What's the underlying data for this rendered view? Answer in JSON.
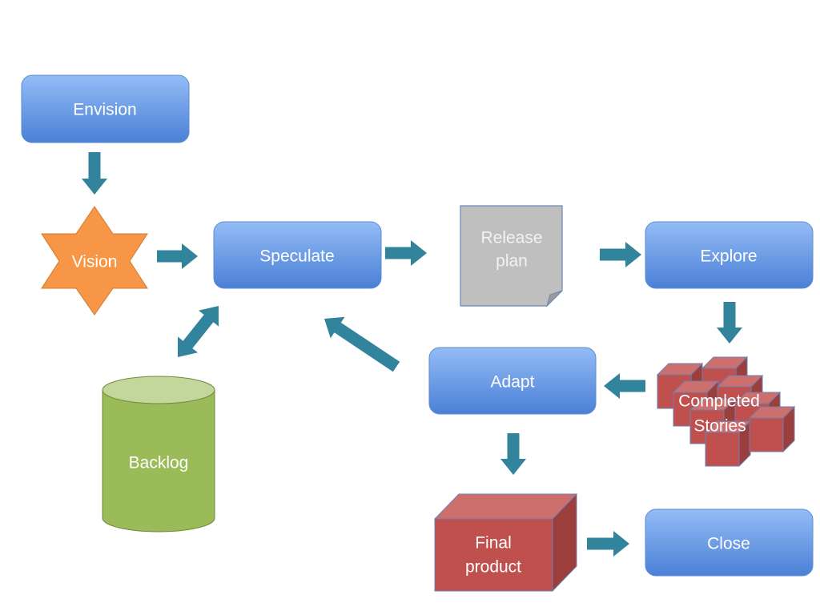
{
  "nodes": {
    "envision": "Envision",
    "vision": "Vision",
    "speculate": "Speculate",
    "release_plan": [
      "Release",
      "plan"
    ],
    "explore": "Explore",
    "completed_stories": [
      "Completed",
      "Stories"
    ],
    "adapt": "Adapt",
    "backlog": "Backlog",
    "final_product": [
      "Final",
      "product"
    ],
    "close": "Close"
  },
  "colors": {
    "process_top": "#94bcf6",
    "process_bottom": "#4a80d6",
    "arrow": "#31849b",
    "vision": "#f79646",
    "backlog_body": "#9bbb59",
    "backlog_top": "#c3d69b",
    "cube": "#c0504d",
    "document": "#bfbfbf"
  }
}
